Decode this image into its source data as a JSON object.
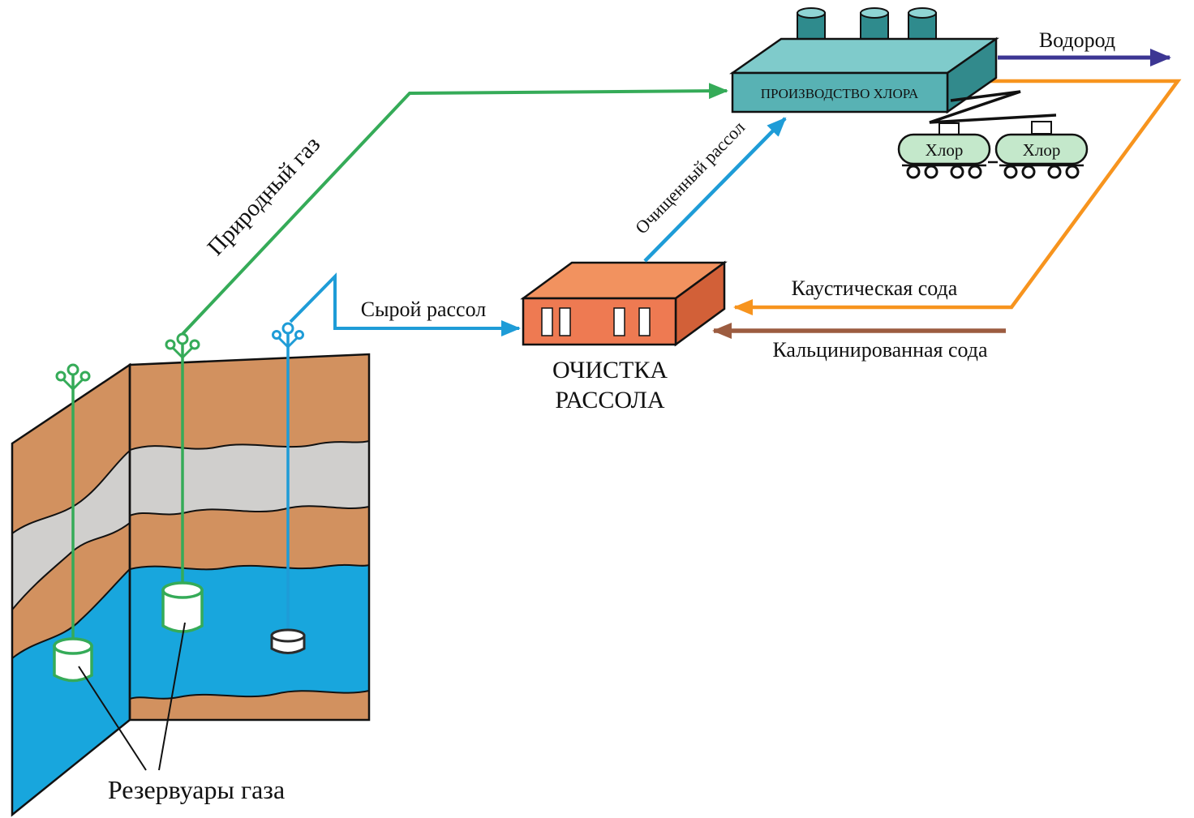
{
  "diagram": {
    "labels": {
      "natural_gas": "Природный газ",
      "raw_brine": "Сырой рассол",
      "purified_brine": "Очищенный рассол",
      "plant": "ПРОИЗВОДСТВО ХЛОРА",
      "purification_line1": "ОЧИСТКА",
      "purification_line2": "РАССОЛА",
      "hydrogen": "Водород",
      "caustic_soda": "Каустическая сода",
      "soda_ash": "Кальцинированная сода",
      "tank_car": "Хлор",
      "gas_reservoirs": "Резервуары газа"
    },
    "colors": {
      "natural_gas_line": "#35ab58",
      "brine_line": "#1e9cd7",
      "hydrogen_line": "#3c3693",
      "caustic_line": "#f7941e",
      "soda_ash_line": "#9c5c40",
      "plant_top": "#7fcbcb",
      "plant_front": "#58b2b4",
      "plant_side": "#328a8c",
      "chimney_body": "#2f8b8d",
      "chimney_top": "#8fd4d4",
      "purification_top": "#f2925f",
      "purification_front": "#ee7a52",
      "purification_side": "#d26038",
      "ground_brown": "#d2915f",
      "ground_gray": "#d0cfcd",
      "water_blue": "#18a6dd",
      "tank_car_fill": "#c4e8cb",
      "reservoir_outline_dark": "#2b2b2b",
      "outline": "#111111"
    }
  }
}
